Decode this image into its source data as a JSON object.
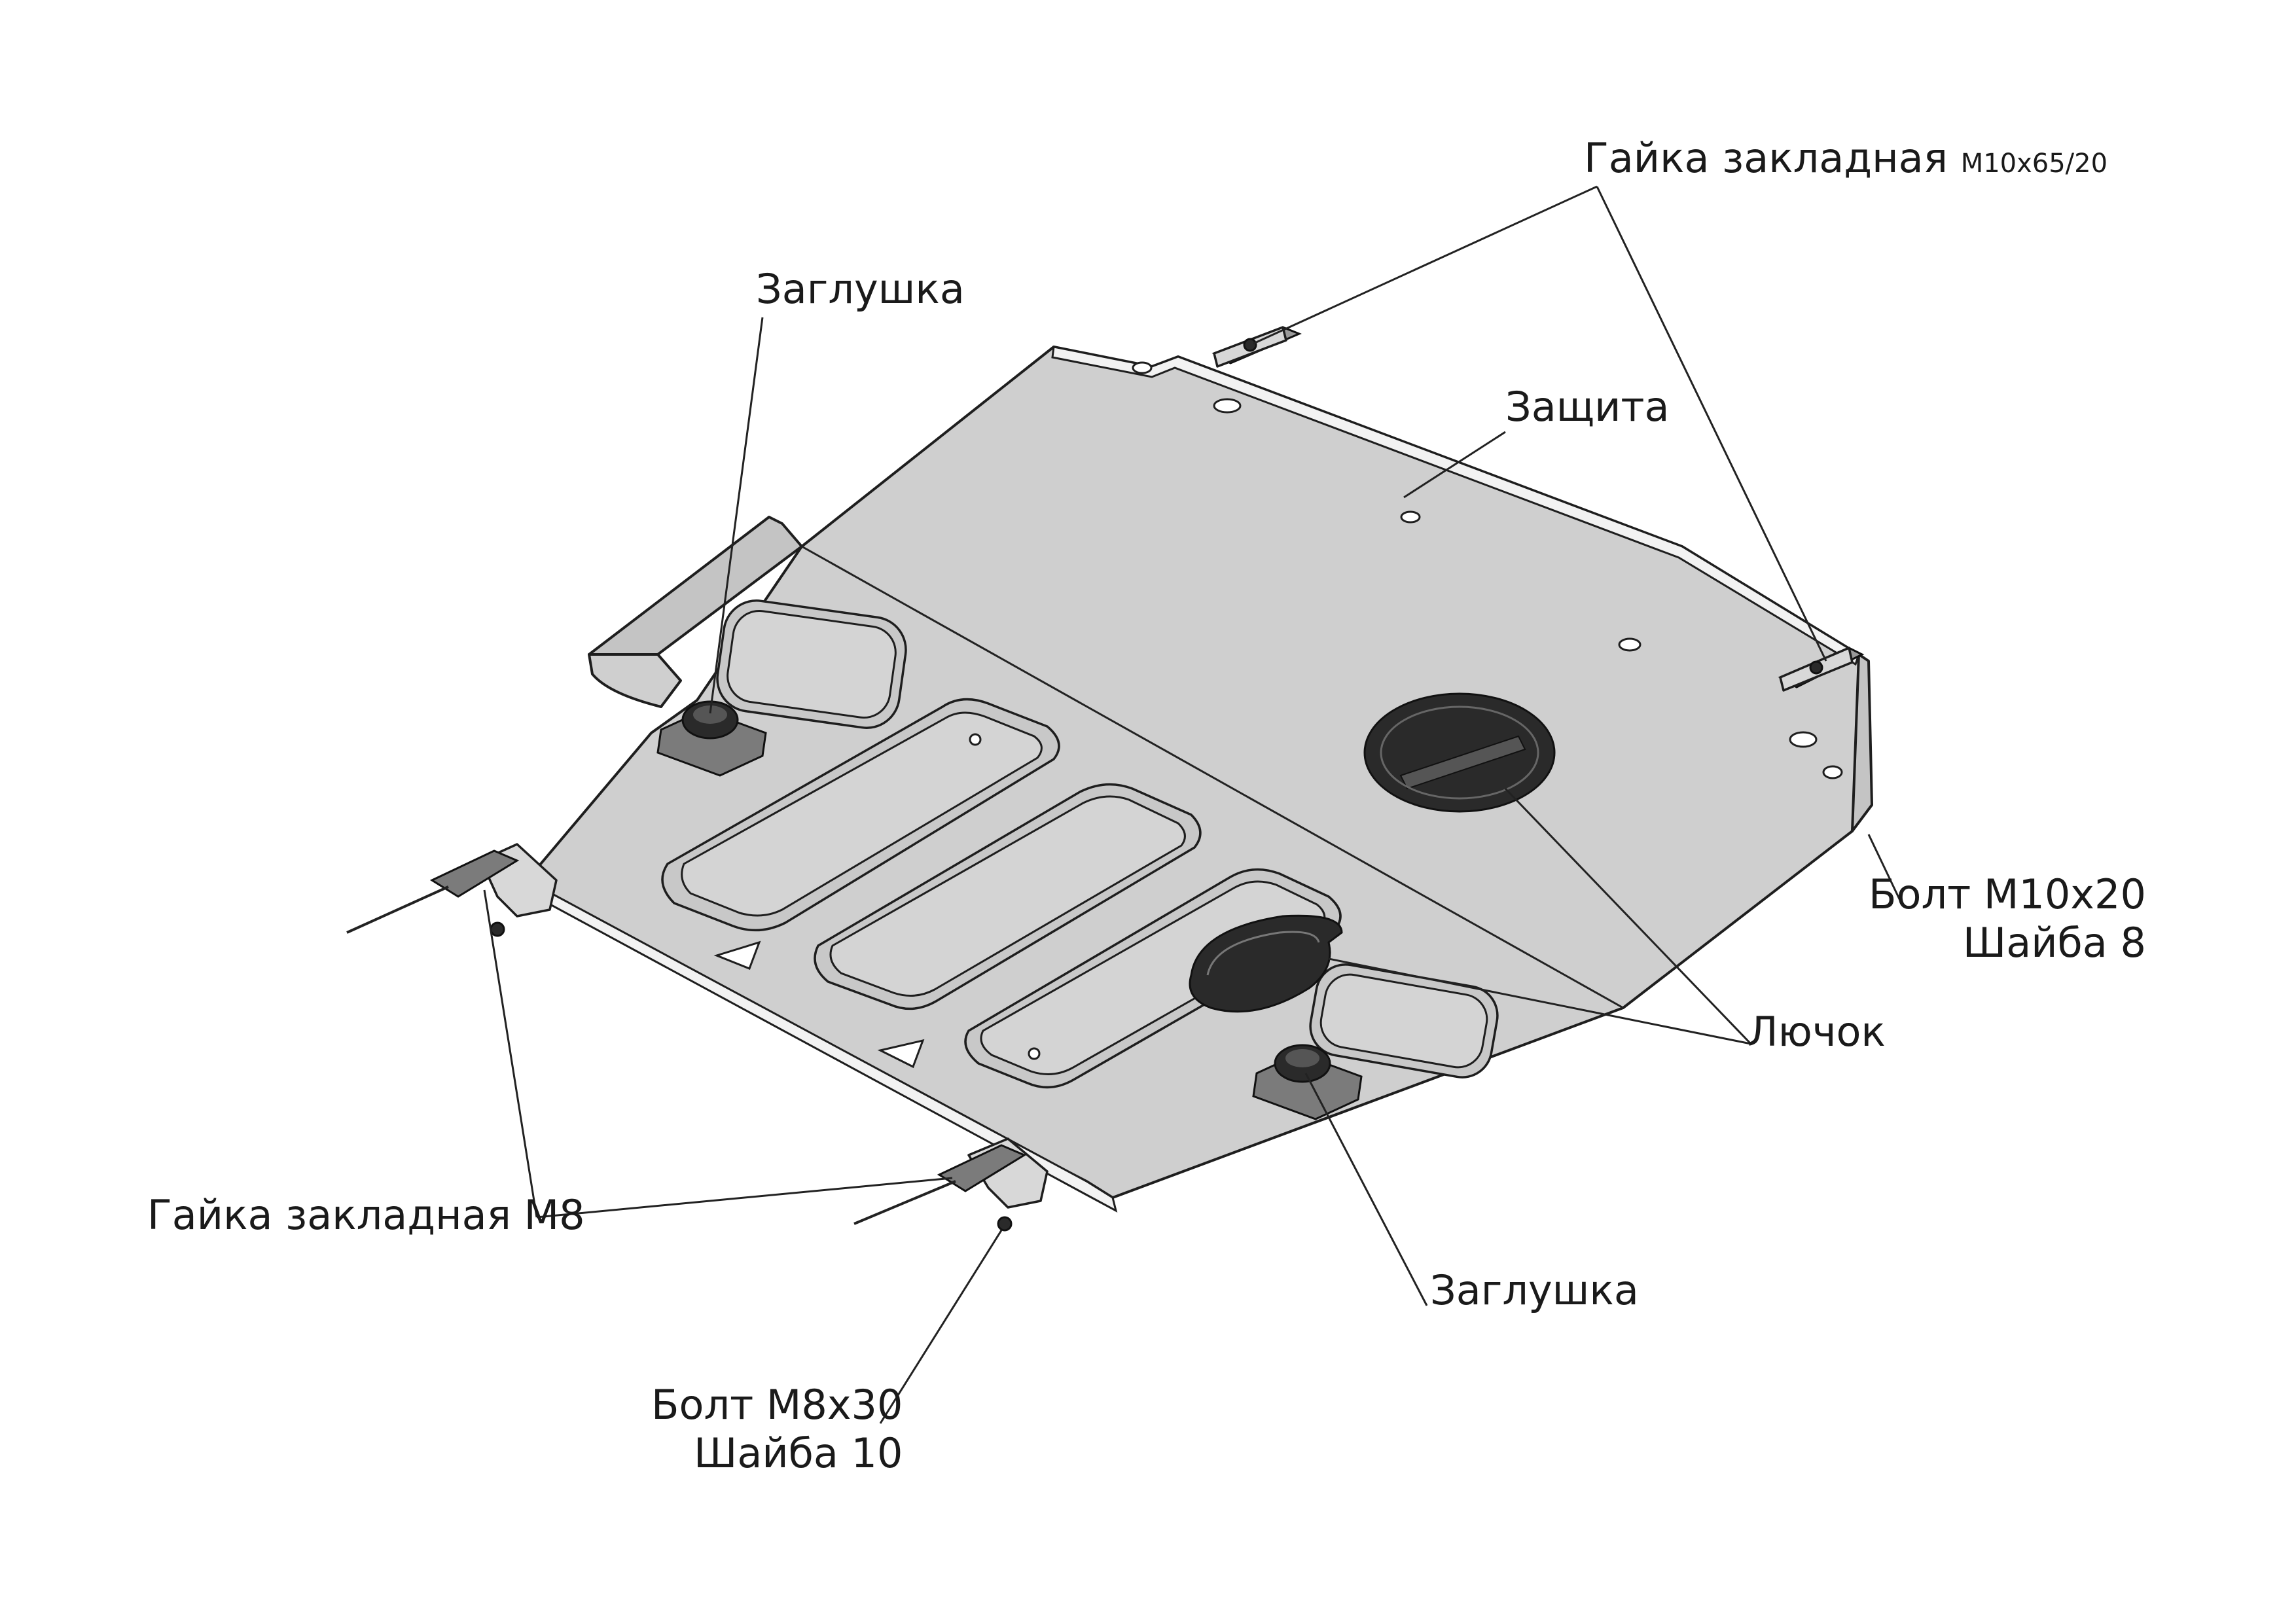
{
  "labels": {
    "nut_m10": "Гайка закладная",
    "nut_m10_spec": "М10х65/20",
    "plug_top": "Заглушка",
    "guard": "Защита",
    "bolt_m10": "Болт М10х20",
    "washer_8": "Шайба 8",
    "hatch": "Лючок",
    "nut_m8": "Гайка закладная М8",
    "plug_bottom": "Заглушка",
    "bolt_m8": "Болт М8х30",
    "washer_10": "Шайба 10"
  }
}
